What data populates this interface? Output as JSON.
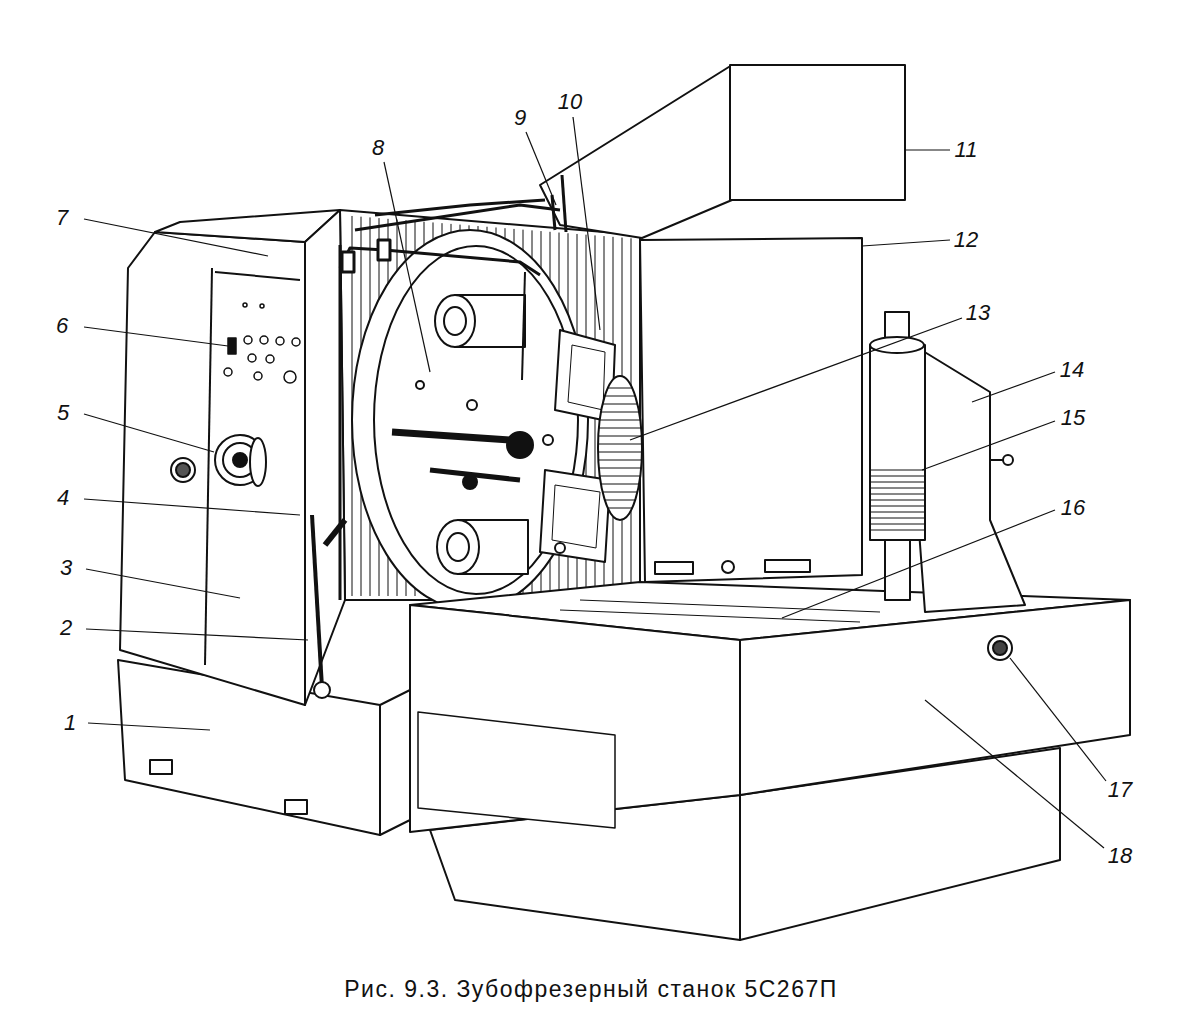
{
  "diagram": {
    "caption": "Рис. 9.3. Зубофрезерный станок 5С267П",
    "labels": [
      "1",
      "2",
      "3",
      "4",
      "5",
      "6",
      "7",
      "8",
      "9",
      "10",
      "11",
      "12",
      "13",
      "14",
      "15",
      "16",
      "17",
      "18"
    ]
  }
}
